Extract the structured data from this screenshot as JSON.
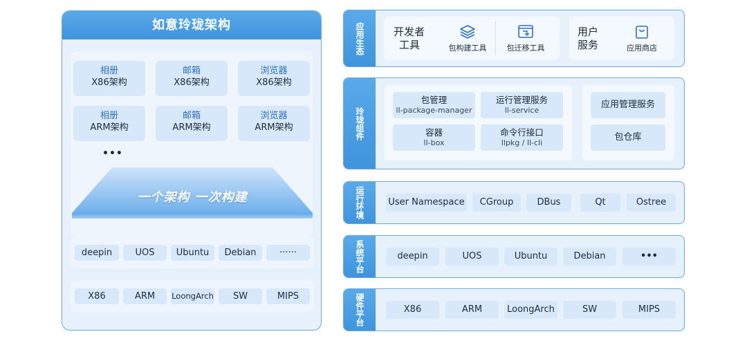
{
  "left": {
    "title": "如意玲珑架构",
    "apps": [
      {
        "name": "相册",
        "arch": "X86架构"
      },
      {
        "name": "邮箱",
        "arch": "X86架构"
      },
      {
        "name": "浏览器",
        "arch": "X86架构"
      },
      {
        "name": "相册",
        "arch": "ARM架构"
      },
      {
        "name": "邮箱",
        "arch": "ARM架构"
      },
      {
        "name": "浏览器",
        "arch": "ARM架构"
      }
    ],
    "more": "•••",
    "slogan": "一个架构 一次构建",
    "distros": [
      "deepin",
      "UOS",
      "Ubuntu",
      "Debian",
      "······"
    ],
    "archs": [
      "X86",
      "ARM",
      "LoongArch",
      "SW",
      "MIPS"
    ]
  },
  "layers": {
    "app_ecosystem": {
      "label": "应用生态",
      "dev_tools": {
        "title": "开发者工具",
        "title_l1": "开发者",
        "title_l2": "工具"
      },
      "tools": [
        {
          "icon": "layers-stack-icon",
          "label": "包构建工具"
        },
        {
          "icon": "window-transfer-icon",
          "label": "包迁移工具"
        }
      ],
      "user_service": {
        "title_l1": "用户",
        "title_l2": "服务"
      },
      "store": {
        "icon": "shopping-bag-icon",
        "label": "应用商店"
      }
    },
    "linglong_components": {
      "label": "玲珑组件",
      "components": [
        {
          "l1": "包管理",
          "l2": "ll-package-manager"
        },
        {
          "l1": "运行管理服务",
          "l2": "ll-service"
        },
        {
          "l1": "容器",
          "l2": "ll-box"
        },
        {
          "l1": "命令行接口",
          "l2": "llpkg / ll-cli"
        }
      ],
      "services": [
        "应用管理服务",
        "包仓库"
      ]
    },
    "runtime": {
      "label": "运行环境",
      "items": [
        "User Namespace",
        "CGroup",
        "DBus",
        "Qt",
        "Ostree"
      ]
    },
    "system_platform": {
      "label": "系统平台",
      "items": [
        "deepin",
        "UOS",
        "Ubuntu",
        "Debian",
        "•••"
      ]
    },
    "hardware_platform": {
      "label": "硬件平台",
      "items": [
        "X86",
        "ARM",
        "LoongArch",
        "SW",
        "MIPS"
      ]
    }
  },
  "colors": {
    "accent": "#4a9de3",
    "panel_bg": "#e6f1fc",
    "chip_bg": "#d6e8fa",
    "border": "#6aa8df",
    "app_name": "#2f6fbf"
  }
}
